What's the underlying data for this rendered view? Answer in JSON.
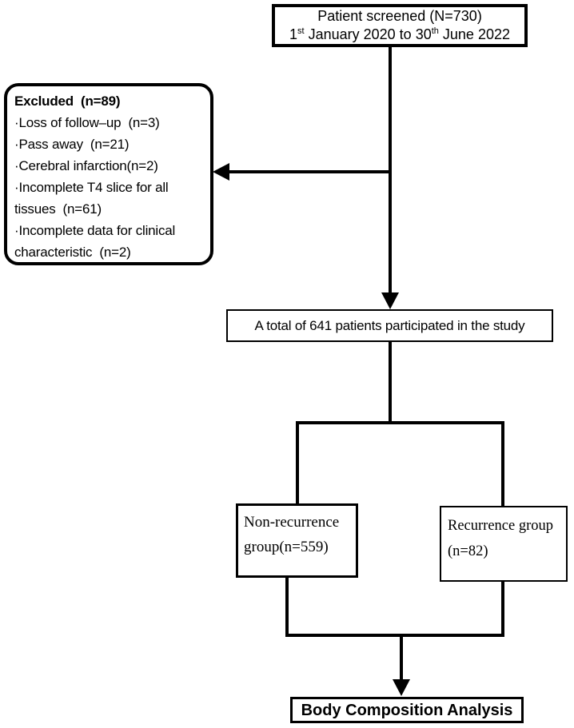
{
  "colors": {
    "line": "#000000",
    "background": "#ffffff",
    "text": "#000000"
  },
  "patient_box": {
    "title": "Patient screened (N=730)",
    "date": {
      "start_day": "1",
      "start_suffix": "st",
      "middle": " January 2020 to 30",
      "end_suffix": "th",
      "end": " June 2022"
    }
  },
  "excluded_box": {
    "title": "Excluded  (n=89)",
    "items": [
      {
        "lines": [
          "·Loss of follow–up  (n=3)"
        ]
      },
      {
        "lines": [
          "·Pass away  (n=21)"
        ]
      },
      {
        "lines": [
          "·Cerebral infarction(n=2)"
        ]
      },
      {
        "lines": [
          "·Incomplete T4 slice for all",
          "tissues  (n=61)"
        ]
      },
      {
        "lines": [
          "·Incomplete data for clinical",
          "characteristic  (n=2)"
        ]
      }
    ]
  },
  "total_box": {
    "text": "A total of 641 patients participated in the study"
  },
  "nonrecurrence_box": {
    "lines": [
      "Non-recurrence",
      "group(n=559)"
    ]
  },
  "recurrence_box": {
    "lines": [
      "Recurrence group",
      "(n=82)"
    ]
  },
  "analysis_box": {
    "text": "Body Composition Analysis"
  }
}
